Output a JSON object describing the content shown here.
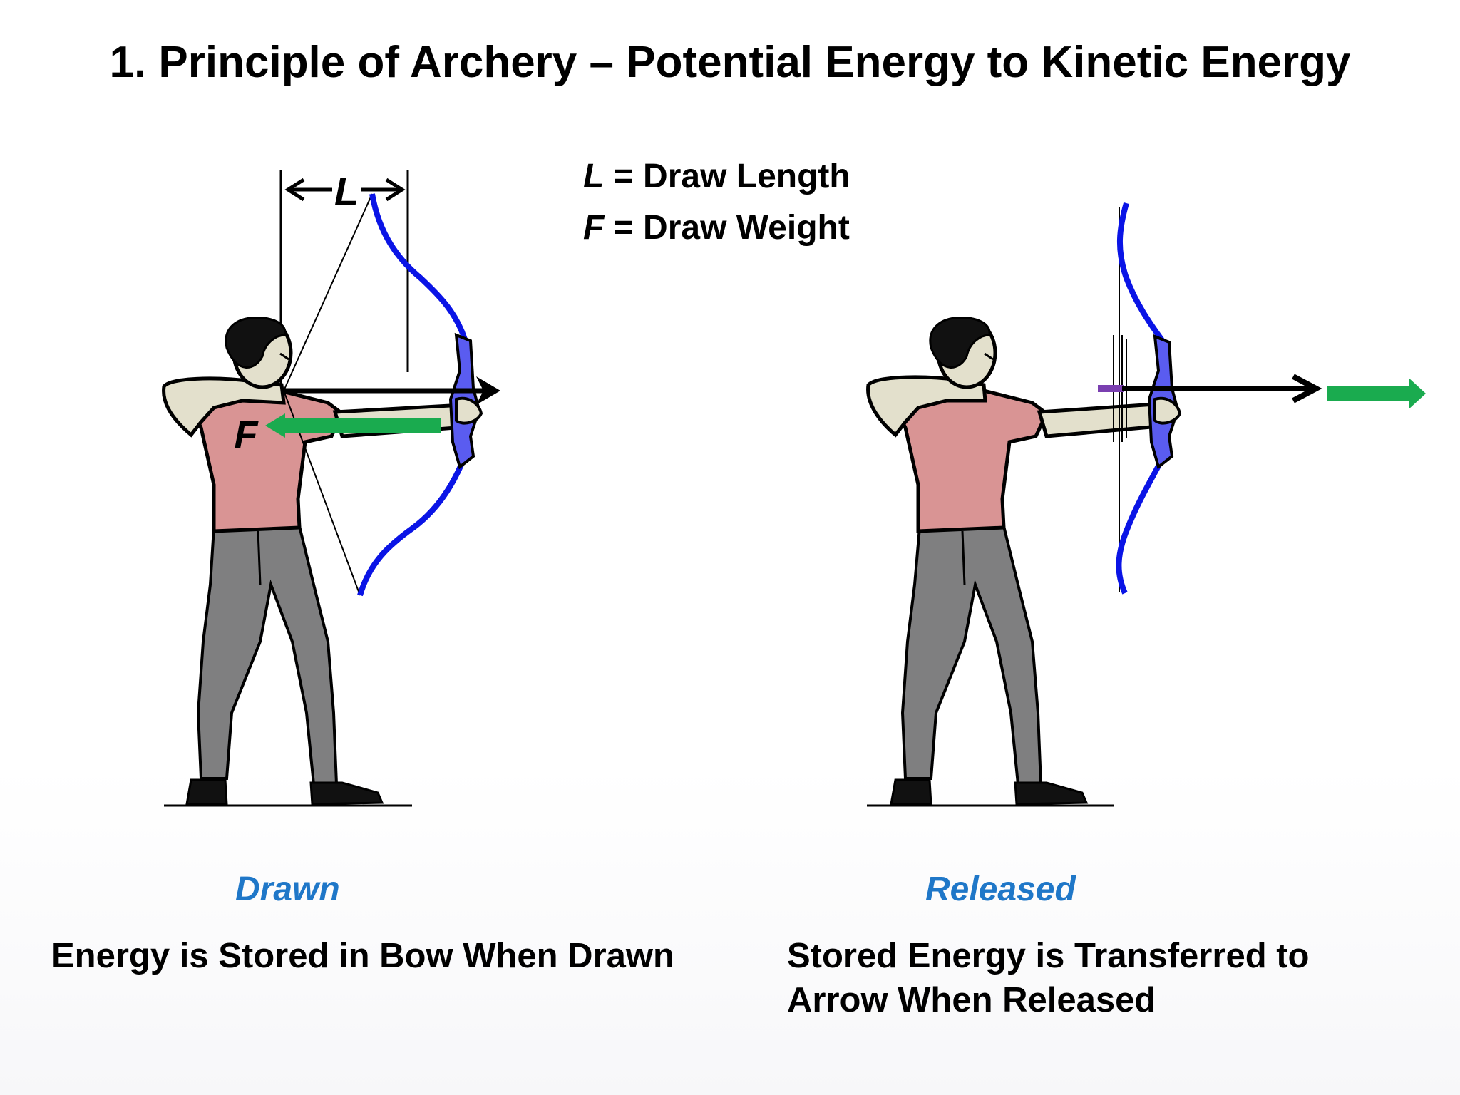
{
  "title": "1. Principle of Archery – Potential Energy to Kinetic Energy",
  "legend": {
    "length": {
      "symbol": "L",
      "text": " = Draw Length"
    },
    "weight": {
      "symbol": "F",
      "text": " = Draw Weight"
    }
  },
  "diagram_labels": {
    "length_marker": "L",
    "force_marker": "F"
  },
  "drawn": {
    "label": "Drawn",
    "caption": "Energy is Stored in Bow When Drawn"
  },
  "released": {
    "label": "Released",
    "caption_line1": "Stored Energy is Transferred to",
    "caption_line2": "Arrow When Released"
  },
  "colors": {
    "state_label": "#1f77c8",
    "bow": "#0a14e6",
    "bow_grip": "#5a5cf0",
    "force_arrow": "#1aab4f",
    "shirt": "#d99494",
    "pants": "#7f7f80",
    "arm": "#e3e0cc"
  },
  "icons": [
    "archer-drawn-figure",
    "archer-released-figure",
    "bow-icon",
    "arrow-icon",
    "force-arrow-icon",
    "motion-arrow-icon"
  ]
}
